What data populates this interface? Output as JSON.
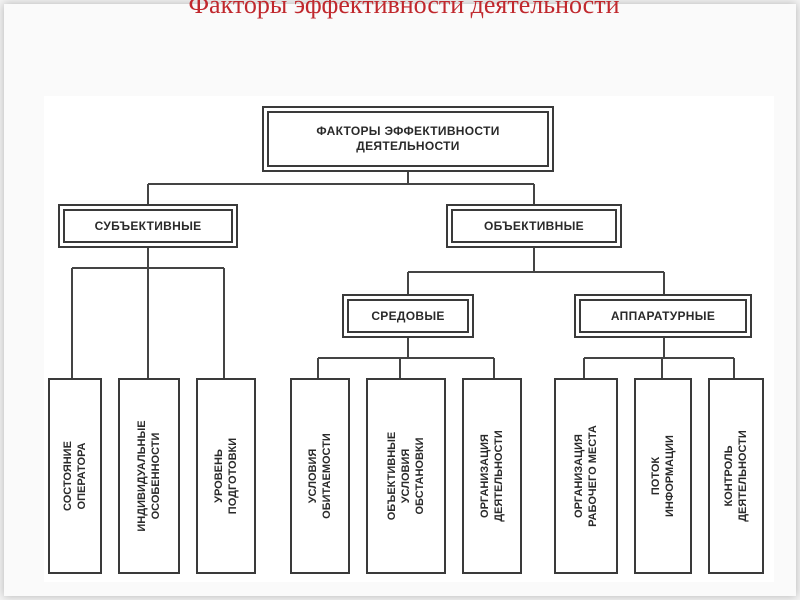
{
  "title": "Факторы эффективности деятельности",
  "diagram": {
    "root": "ФАКТОРЫ ЭФФЕКТИВНОСТИ\nДЕЯТЕЛЬНОСТИ",
    "subjective": "СУБЪЕКТИВНЫЕ",
    "objective": "ОБЪЕКТИВНЫЕ",
    "environmental": "СРЕДОВЫЕ",
    "hardware": "АППАРАТУРНЫЕ",
    "leaves": [
      "СОСТОЯНИЕ\nОПЕРАТОРА",
      "ИНДИВИДУАЛЬНЫЕ\nОСОБЕННОСТИ",
      "УРОВЕНЬ\nПОДГОТОВКИ",
      "УСЛОВИЯ\nОБИТАЕМОСТИ",
      "ОБЪЕКТИВНЫЕ\nУСЛОВИЯ\nОБСТАНОВКИ",
      "ОРГАНИЗАЦИЯ\nДЕЯТЕЛЬНОСТИ",
      "ОРГАНИЗАЦИЯ\nРАБОЧЕГО МЕСТА",
      "ПОТОК\nИНФОРМАЦИИ",
      "КОНТРОЛЬ\nДЕЯТЕЛЬНОСТИ"
    ]
  }
}
